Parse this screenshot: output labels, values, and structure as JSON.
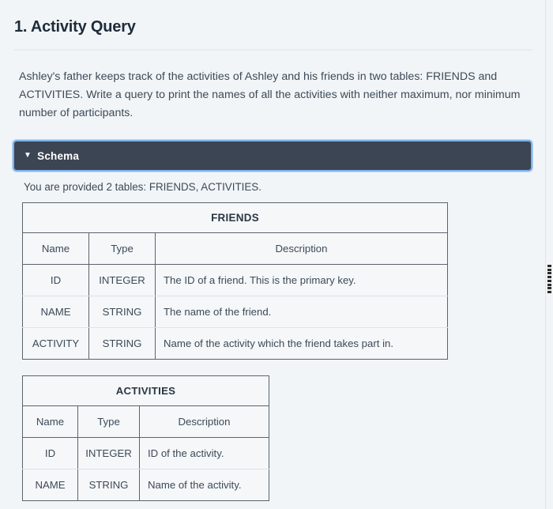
{
  "page": {
    "title": "1. Activity Query",
    "prompt": "Ashley's father keeps track of the activities of Ashley and his friends in two tables: FRIENDS and ACTIVITIES. Write a query to print the names of all the activities with neither maximum, nor minimum number of participants."
  },
  "schema_section": {
    "caret": "▼",
    "label": "Schema",
    "expanded": true,
    "note": "You are provided 2 tables: FRIENDS, ACTIVITIES.",
    "bar_color": "#3b4553",
    "focus_ring_color": "#7fb2ee"
  },
  "tables": [
    {
      "caption": "FRIENDS",
      "columns": [
        "Name",
        "Type",
        "Description"
      ],
      "rows": [
        [
          "ID",
          "INTEGER",
          "The ID of a friend. This is the primary key."
        ],
        [
          "NAME",
          "STRING",
          "The name of the friend."
        ],
        [
          "ACTIVITY",
          "STRING",
          "Name of the activity which the friend takes part in."
        ]
      ]
    },
    {
      "caption": "ACTIVITIES",
      "columns": [
        "Name",
        "Type",
        "Description"
      ],
      "rows": [
        [
          "ID",
          "INTEGER",
          "ID of the activity."
        ],
        [
          "NAME",
          "STRING",
          "Name of the activity."
        ]
      ]
    }
  ],
  "right_rail": {
    "drag_handle_name": "panel-resize-handle",
    "dot_count": 8
  },
  "colors": {
    "background": "#f2f5f7",
    "title": "#1d2b3a",
    "body_text": "#3c4a59",
    "table_border": "#5a636d",
    "table_inner_border": "#dfe3e7",
    "table_bg": "#f5f7f9"
  }
}
